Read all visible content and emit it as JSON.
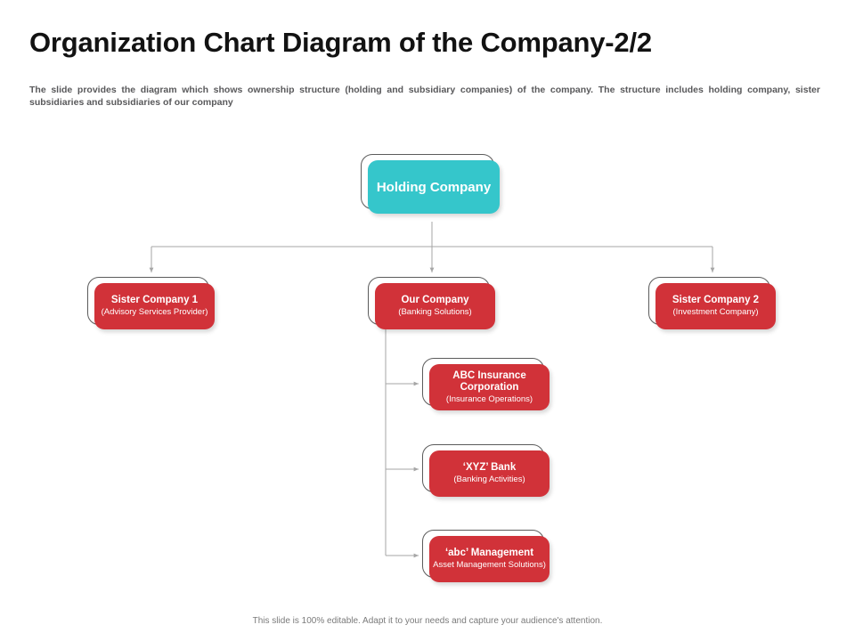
{
  "slide": {
    "title": "Organization Chart Diagram of the Company-2/2",
    "subtitle": "The slide provides the diagram which shows ownership structure (holding and subsidiary companies) of the company. The structure includes holding company, sister subsidiaries and subsidiaries of our company",
    "footer_note": "This slide is 100% editable. Adapt it to your needs and capture your audience's attention."
  },
  "colors": {
    "holding": "#35c6cb",
    "company": "#d13239",
    "connector": "#a6a6a6",
    "title_text": "#121212",
    "subtitle_text": "#59595b",
    "footer_text": "#7a7a7a"
  },
  "chart_data": {
    "type": "diagram",
    "diagram_kind": "organization-chart",
    "nodes": [
      {
        "id": "holding-company",
        "title": "Holding Company",
        "subtitle": "",
        "level": 0,
        "color": "#35c6cb"
      },
      {
        "id": "sister-company-1",
        "title": "Sister Company 1",
        "subtitle": "(Advisory Services Provider)",
        "level": 1,
        "color": "#d13239"
      },
      {
        "id": "our-company",
        "title": "Our Company",
        "subtitle": "(Banking Solutions)",
        "level": 1,
        "color": "#d13239"
      },
      {
        "id": "sister-company-2",
        "title": "Sister Company 2",
        "subtitle": "(Investment Company)",
        "level": 1,
        "color": "#d13239"
      },
      {
        "id": "abc-insurance-corporation",
        "title": "ABC Insurance",
        "title_line2": "Corporation",
        "subtitle": "(Insurance Operations)",
        "level": 2,
        "color": "#d13239"
      },
      {
        "id": "xyz-bank",
        "title": "‘XYZ’ Bank",
        "subtitle": "(Banking Activities)",
        "level": 2,
        "color": "#d13239"
      },
      {
        "id": "abc-management",
        "title": "‘abc’ Management",
        "subtitle": "Asset Management Solutions)",
        "level": 2,
        "color": "#d13239"
      }
    ],
    "edges": [
      {
        "from": "holding-company",
        "to": "sister-company-1"
      },
      {
        "from": "holding-company",
        "to": "our-company"
      },
      {
        "from": "holding-company",
        "to": "sister-company-2"
      },
      {
        "from": "our-company",
        "to": "abc-insurance-corporation"
      },
      {
        "from": "our-company",
        "to": "xyz-bank"
      },
      {
        "from": "our-company",
        "to": "abc-management"
      }
    ]
  }
}
